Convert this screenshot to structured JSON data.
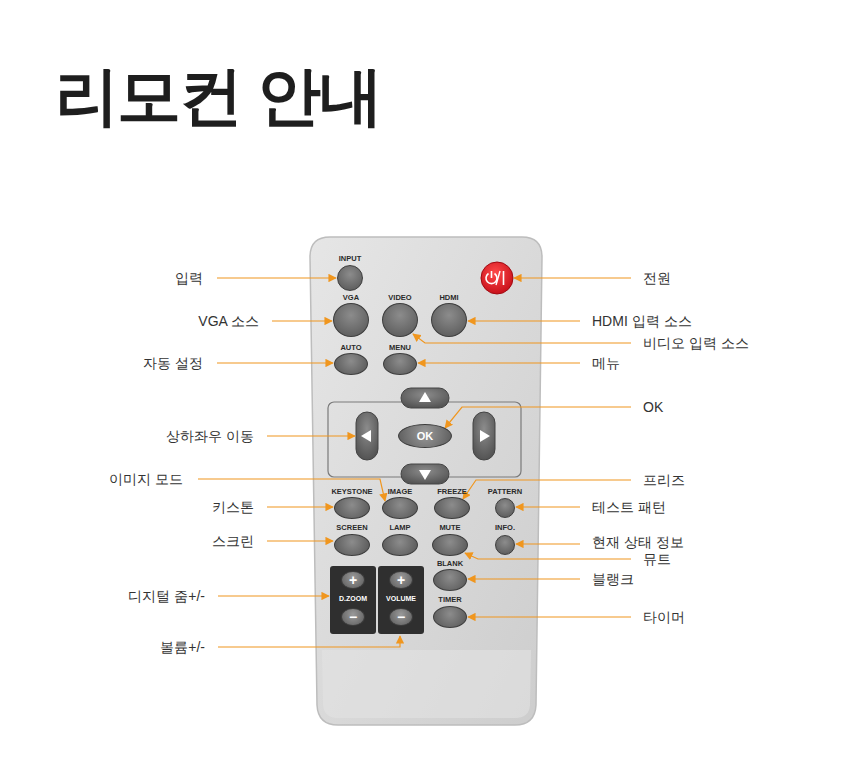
{
  "diagram": {
    "title": "리모컨 안내",
    "nodes": [
      {
        "text": [
          "INPUT"
        ]
      },
      {
        "text": [
          "VGA"
        ]
      },
      {
        "text": [
          "VIDEO"
        ]
      },
      {
        "text": [
          "HDMI"
        ]
      },
      {
        "text": [
          "AUTO"
        ]
      },
      {
        "text": [
          "MENU"
        ]
      },
      {
        "text": [
          "OK"
        ]
      },
      {
        "text": [
          "KEYSTONE"
        ]
      },
      {
        "text": [
          "IMAGE"
        ]
      },
      {
        "text": [
          "FREEZE"
        ]
      },
      {
        "text": [
          "PATTERN"
        ]
      },
      {
        "text": [
          "SCREEN"
        ]
      },
      {
        "text": [
          "LAMP"
        ]
      },
      {
        "text": [
          "MUTE"
        ]
      },
      {
        "text": [
          "INFO."
        ]
      },
      {
        "text": [
          "D.ZOOM"
        ]
      },
      {
        "text": [
          "+"
        ],
        "in": 15
      },
      {
        "text": [
          "−"
        ],
        "in": 15
      },
      {
        "text": [
          "VOLUME"
        ]
      },
      {
        "text": [
          "+"
        ],
        "in": 18
      },
      {
        "text": [
          "−"
        ],
        "in": 18
      },
      {
        "text": [
          "BLANK"
        ]
      },
      {
        "text": [
          "TIMER"
        ]
      }
    ],
    "labels": [
      "입력",
      "전원",
      "VGA 소스",
      "HDMI 입력 소스",
      "비디오 입력 소스",
      "자동 설정",
      "메뉴",
      "OK",
      "상하좌우 이동",
      "이미지 모드",
      "프리즈",
      "키스톤",
      "테스트 패턴",
      "스크린",
      "현재 상태 정보",
      "뮤트",
      "블랭크",
      "디지털 줌+/-",
      "타이머",
      "볼륨+/-"
    ]
  }
}
